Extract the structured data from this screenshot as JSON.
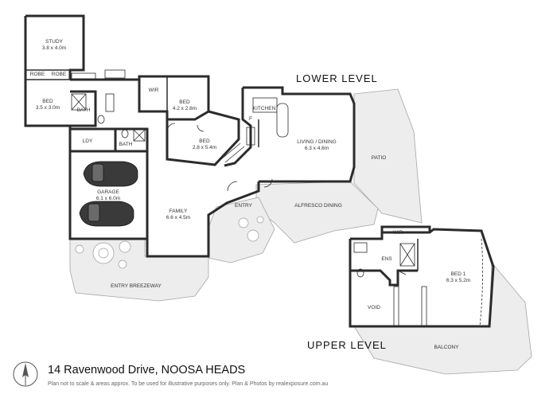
{
  "levels": {
    "lower": "LOWER LEVEL",
    "upper": "UPPER LEVEL"
  },
  "rooms": {
    "study": {
      "name": "STUDY",
      "dim": "3.8 x 4.0m"
    },
    "robe1": {
      "name": "ROBE"
    },
    "robe2": {
      "name": "ROBE"
    },
    "bed_left": {
      "name": "BED",
      "dim": "3.5 x 3.0m"
    },
    "bath1": {
      "name": "BATH"
    },
    "bath2": {
      "name": "BATH"
    },
    "wir_lower": {
      "name": "WIR"
    },
    "bed_mid": {
      "name": "BED",
      "dim": "4.2 x 2.8m"
    },
    "bed_lower": {
      "name": "BED",
      "dim": "2.8 x 5.4m"
    },
    "kitchen": {
      "name": "KITCHEN"
    },
    "fridge": {
      "name": "F"
    },
    "living": {
      "name": "LIVING / DINING",
      "dim": "6.3 x 4.6m"
    },
    "patio": {
      "name": "PATIO"
    },
    "ldy": {
      "name": "LDY"
    },
    "garage": {
      "name": "GARAGE",
      "dim": "6.1 x 6.0m"
    },
    "family": {
      "name": "FAMILY",
      "dim": "6.6 x 4.5m"
    },
    "entry": {
      "name": "ENTRY"
    },
    "alfresco": {
      "name": "ALFRESCO DINING"
    },
    "breezeway": {
      "name": "ENTRY BREEZEWAY"
    },
    "wir_upper": {
      "name": "WIR"
    },
    "ens": {
      "name": "ENS"
    },
    "bed1": {
      "name": "BED 1",
      "dim": "6.3 x 5.2m"
    },
    "void": {
      "name": "VOID"
    },
    "balcony": {
      "name": "BALCONY"
    }
  },
  "footer": {
    "address": "14 Ravenwood Drive, NOOSA HEADS",
    "disclaimer": "Plan not to scale & areas approx. To be used for illustrative purposes only. Plan & Photos by realexposure.com.au"
  },
  "colors": {
    "wall": "#2b2b2b",
    "outdoor": "#ededed",
    "outdoor_edge": "#9a9a9a"
  }
}
